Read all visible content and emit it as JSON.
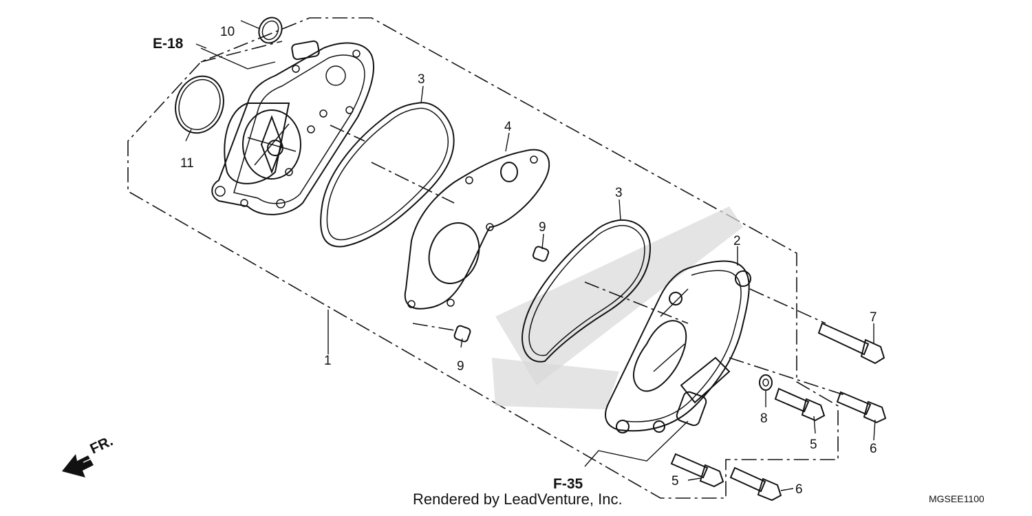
{
  "callouts": [
    {
      "id": "1",
      "label": "1"
    },
    {
      "id": "2",
      "label": "2"
    },
    {
      "id": "3a",
      "label": "3"
    },
    {
      "id": "3b",
      "label": "3"
    },
    {
      "id": "4",
      "label": "4"
    },
    {
      "id": "5a",
      "label": "5"
    },
    {
      "id": "5b",
      "label": "5"
    },
    {
      "id": "6a",
      "label": "6"
    },
    {
      "id": "6b",
      "label": "6"
    },
    {
      "id": "7",
      "label": "7"
    },
    {
      "id": "8",
      "label": "8"
    },
    {
      "id": "9a",
      "label": "9"
    },
    {
      "id": "9b",
      "label": "9"
    },
    {
      "id": "10",
      "label": "10"
    },
    {
      "id": "11",
      "label": "11"
    }
  ],
  "references": {
    "e18": "E-18",
    "f35": "F-35"
  },
  "direction": {
    "label": "FR."
  },
  "footer": {
    "credit": "Rendered by LeadVenture, Inc.",
    "diagram_code": "MGSEE1100"
  }
}
